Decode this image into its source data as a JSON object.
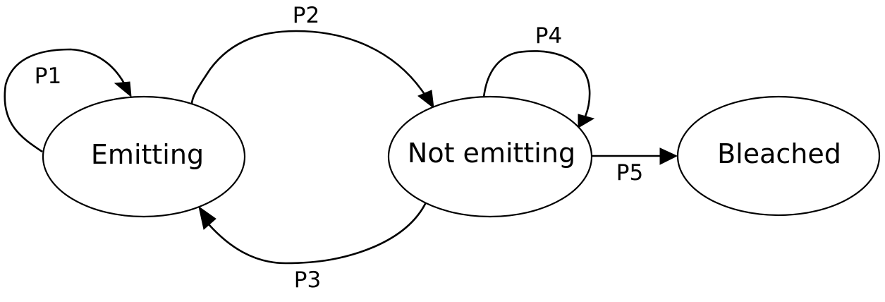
{
  "states": {
    "emitting": "Emitting",
    "not_emitting": "Not emitting",
    "bleached": "Bleached"
  },
  "transitions": {
    "p1": "P1",
    "p2": "P2",
    "p3": "P3",
    "p4": "P4",
    "p5": "P5"
  }
}
